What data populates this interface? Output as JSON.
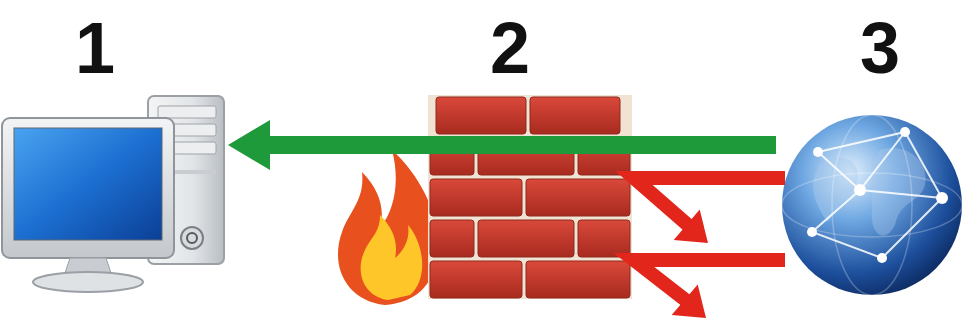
{
  "diagram": {
    "nodes": [
      {
        "text": [
          "1"
        ]
      },
      {
        "text": [
          "2"
        ]
      },
      {
        "text": [
          "3"
        ]
      }
    ],
    "edges": [
      {
        "from": 2,
        "to": 0,
        "arrow": "to"
      }
    ]
  }
}
